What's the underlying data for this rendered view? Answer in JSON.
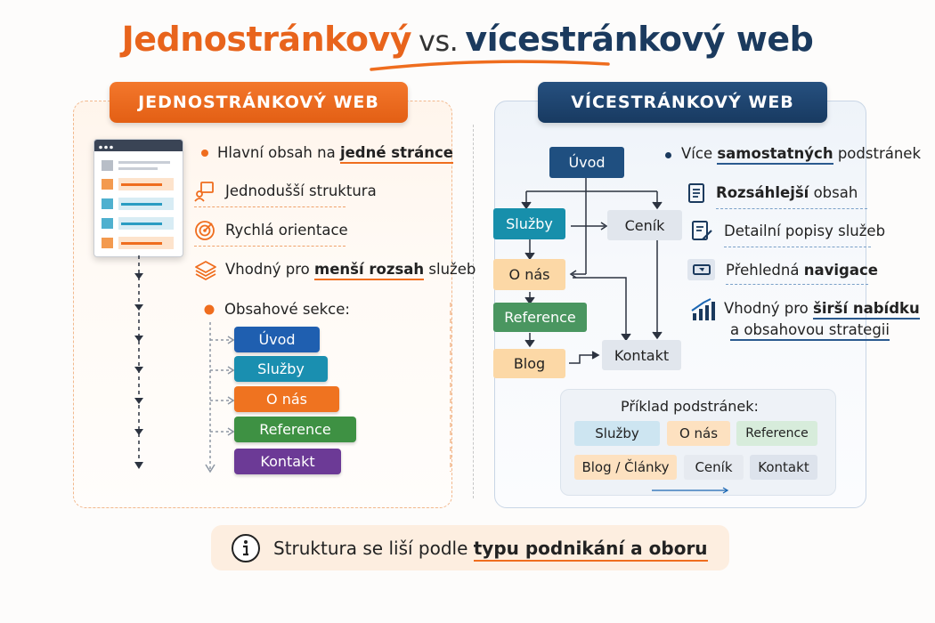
{
  "title": {
    "part1": "Jednostránkový",
    "vs": "vs.",
    "part2": "vícestránkový web"
  },
  "left": {
    "header": "JEDNOSTRÁNKOVÝ WEB",
    "features": {
      "f1_pre": "Hlavní obsah na ",
      "f1_bold": "jedné stránce",
      "f2": "Jednodušší struktura",
      "f3": "Rychlá orientace",
      "f4_pre": "Vhodný pro ",
      "f4_bold": "menší rozsah",
      "f4_post": " služeb"
    },
    "sections_label": "Obsahové sekce:",
    "sections": [
      "Úvod",
      "Služby",
      "O nás",
      "Reference",
      "Kontakt"
    ]
  },
  "right": {
    "header": "VÍCESTRÁNKOVÝ WEB",
    "sitemap": {
      "root": "Úvod",
      "sluzby": "Služby",
      "cenik": "Ceník",
      "onas": "O nás",
      "reference": "Reference",
      "blog": "Blog",
      "kontakt": "Kontakt"
    },
    "features": {
      "f1_pre": "Více ",
      "f1_bold": "samostatných",
      "f1_post": " podstránek",
      "f2_bold": "Rozsáhlejší",
      "f2_post": " obsah",
      "f3": "Detailní popisy služeb",
      "f4_pre": "Přehledná ",
      "f4_bold": "navigace",
      "f5_pre": "Vhodný pro ",
      "f5_bold": "širší nabídku",
      "f5_line2": "a obsahovou strategii"
    },
    "example": {
      "title": "Příklad podstránek:",
      "row1": [
        "Služby",
        "O nás",
        "Reference"
      ],
      "row2": [
        "Blog / Články",
        "Ceník",
        "Kontakt"
      ]
    }
  },
  "note": {
    "pre": "Struktura se liší podle ",
    "bold": "typu podnikání a oboru"
  },
  "colors": {
    "orange": "#e8641c",
    "navy": "#1b3a5e",
    "blue": "#1c67b3",
    "teal": "#1a8fb0",
    "green": "#3e9143",
    "purple": "#6c3a96"
  },
  "icons": [
    "info-icon",
    "structure-icon",
    "target-icon",
    "layers-icon",
    "document-icon",
    "checklist-icon",
    "navigation-icon",
    "growth-chart-icon"
  ]
}
